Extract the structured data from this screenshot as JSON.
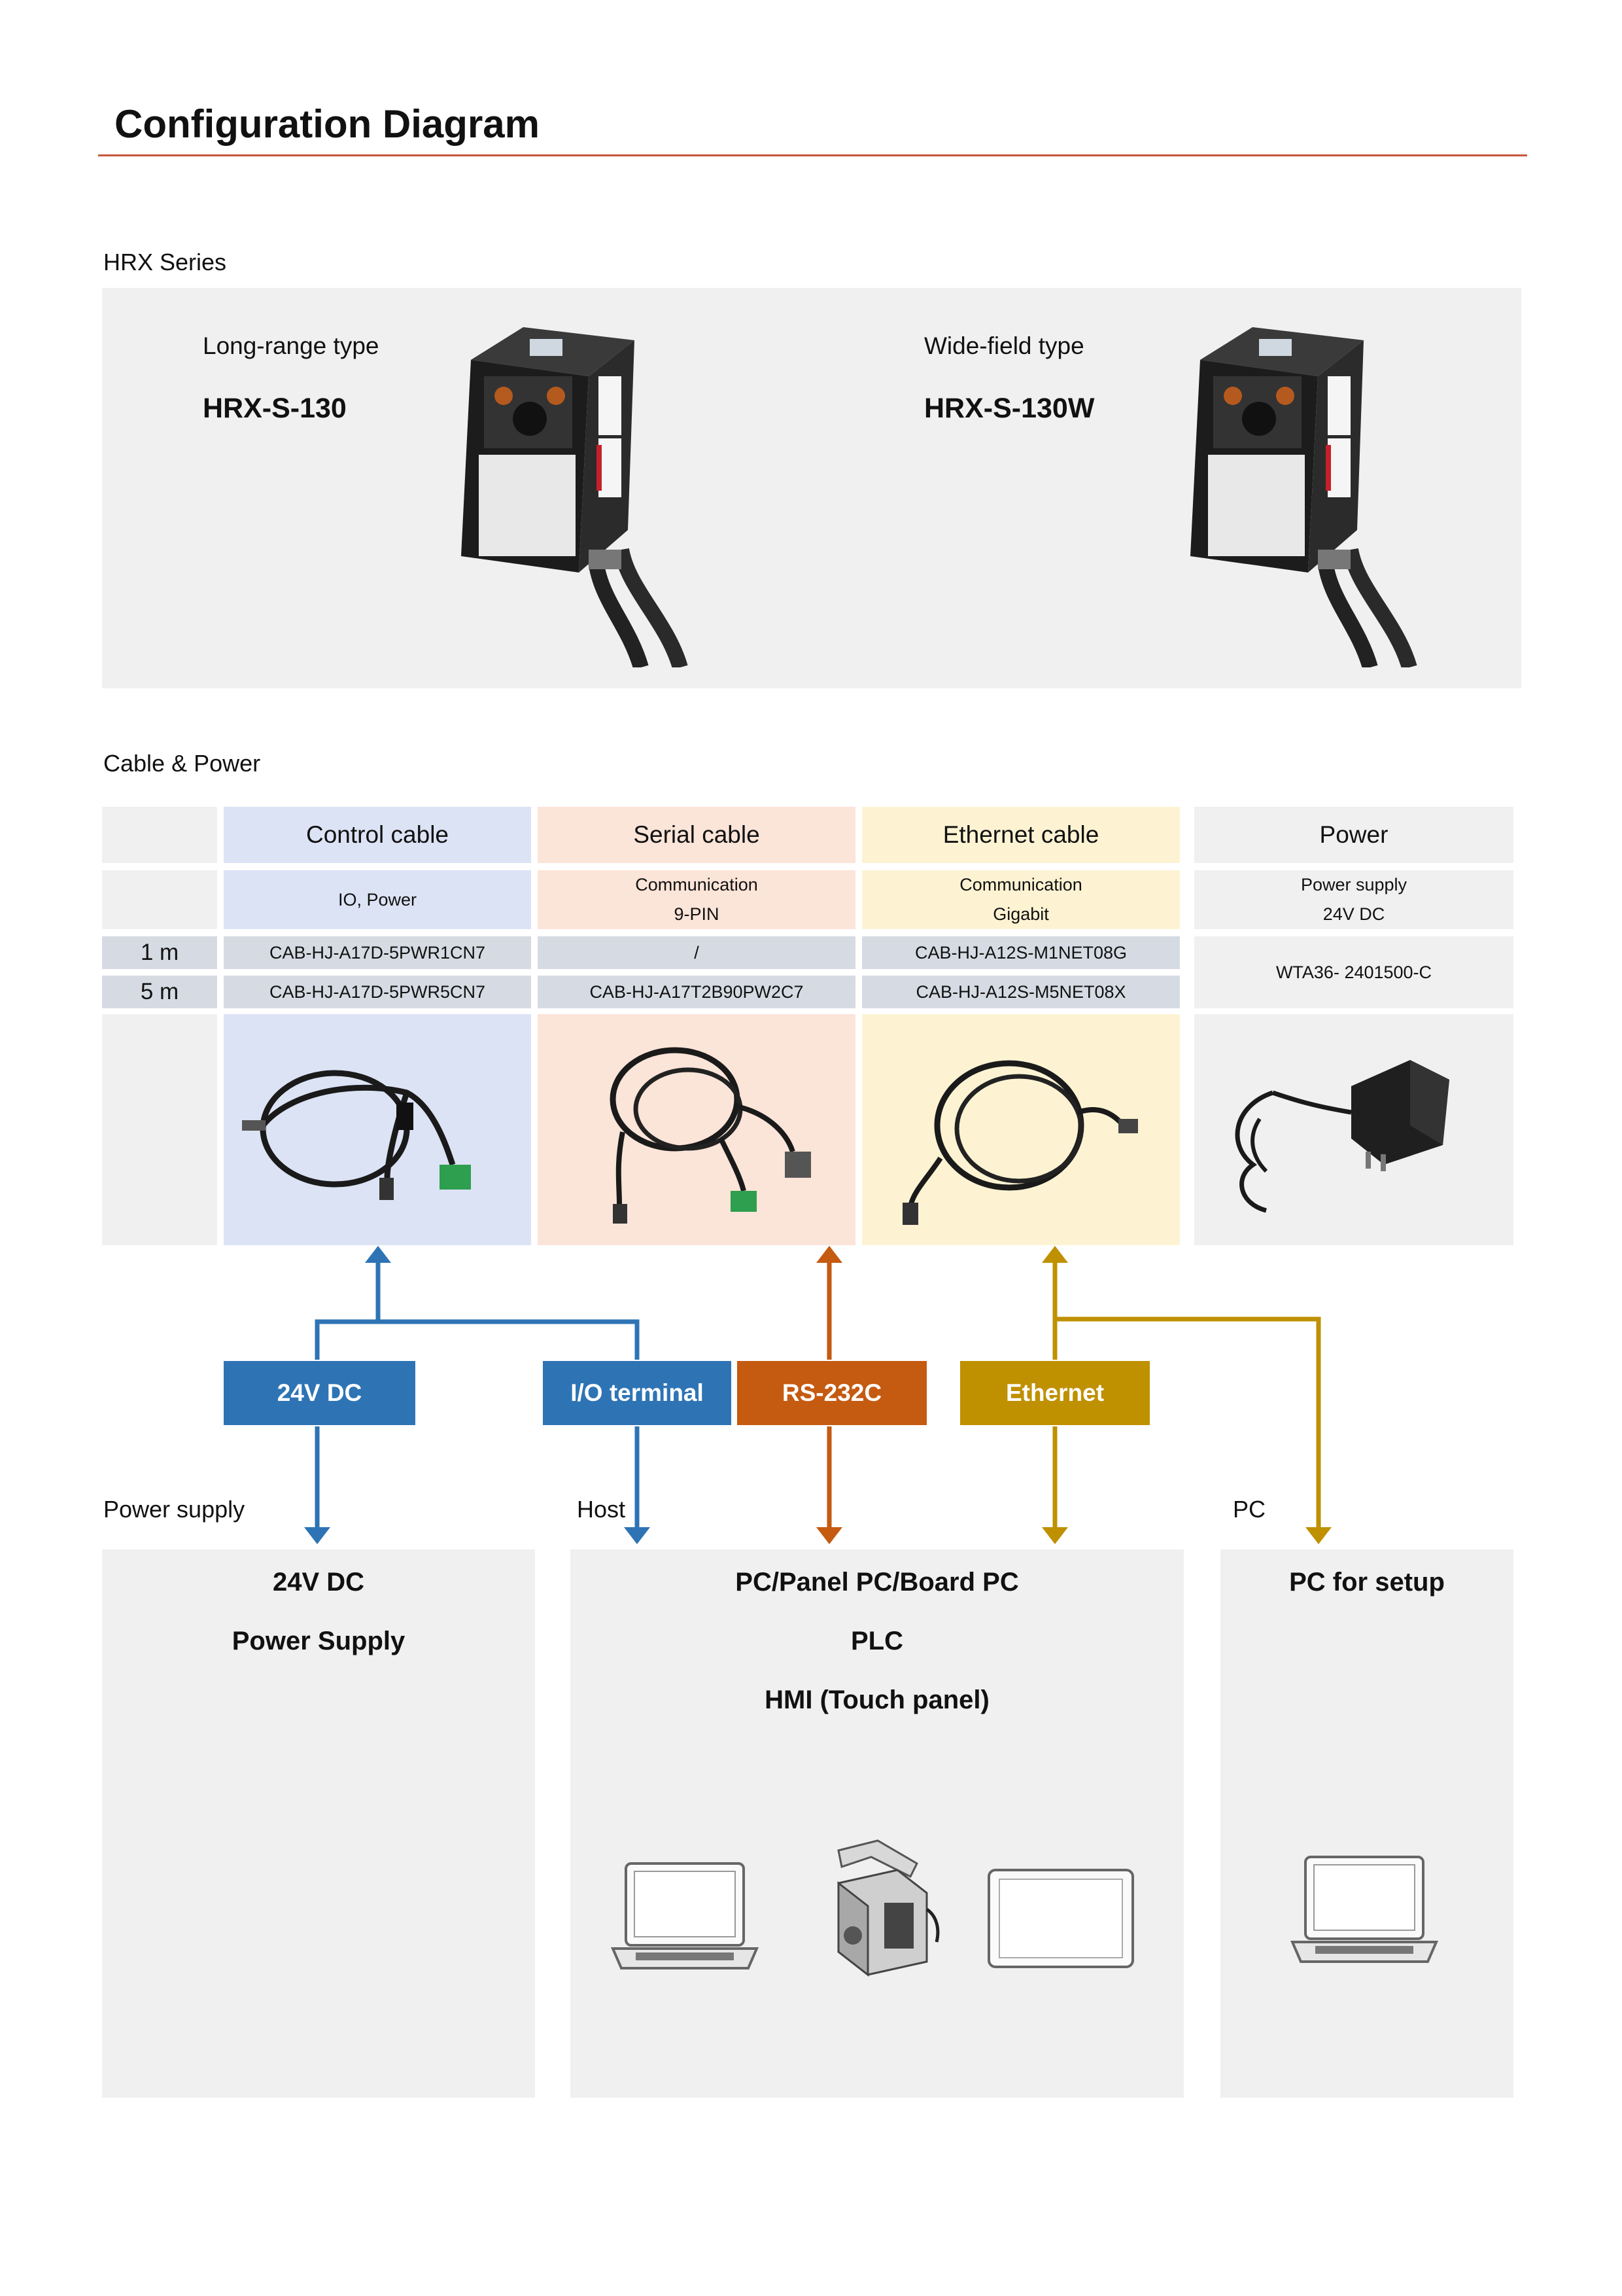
{
  "title": "Configuration Diagram",
  "hrx": {
    "section_label": "HRX Series",
    "long_range": {
      "type": "Long-range type",
      "model": "HRX-S-130"
    },
    "wide_field": {
      "type": "Wide-field type",
      "model": "HRX-S-130W"
    }
  },
  "cable_power": {
    "section_label": "Cable & Power",
    "columns": [
      {
        "header": "Control cable",
        "sub1": "IO, Power",
        "sub2": "",
        "pn_1m": "CAB-HJ-A17D-5PWR1CN7",
        "pn_5m": "CAB-HJ-A17D-5PWR5CN7"
      },
      {
        "header": "Serial cable",
        "sub1": "Communication",
        "sub2": "9-PIN",
        "pn_1m": "/",
        "pn_5m": "CAB-HJ-A17T2B90PW2C7"
      },
      {
        "header": "Ethernet cable",
        "sub1": "Communication",
        "sub2": "Gigabit",
        "pn_1m": "CAB-HJ-A12S-M1NET08G",
        "pn_5m": "CAB-HJ-A12S-M5NET08X"
      },
      {
        "header": "Power",
        "sub1": "Power supply",
        "sub2": "24V DC",
        "pn": "WTA36- 2401500-C"
      }
    ],
    "lengths": [
      "1 m",
      "5 m"
    ]
  },
  "connections": {
    "dc24": "24V DC",
    "io": "I/O terminal",
    "rs232": "RS-232C",
    "ethernet": "Ethernet"
  },
  "destinations": {
    "power_label": "Power supply",
    "host_label": "Host",
    "pc_label": "PC",
    "power": [
      "24V DC",
      "Power Supply"
    ],
    "host": [
      "PC/Panel PC/Board PC",
      "PLC",
      "HMI (Touch panel)"
    ],
    "pc": [
      "PC for setup"
    ]
  },
  "colors": {
    "control": "#dce3f5",
    "serial": "#fbe4d8",
    "ethernet": "#fdf3d3",
    "power": "#f0f0f0",
    "length_row": "#d6dbe3",
    "blue": "#2e74b5",
    "orange": "#c55a11",
    "gold": "#bf9000",
    "accent_rule": "#c8553d"
  }
}
